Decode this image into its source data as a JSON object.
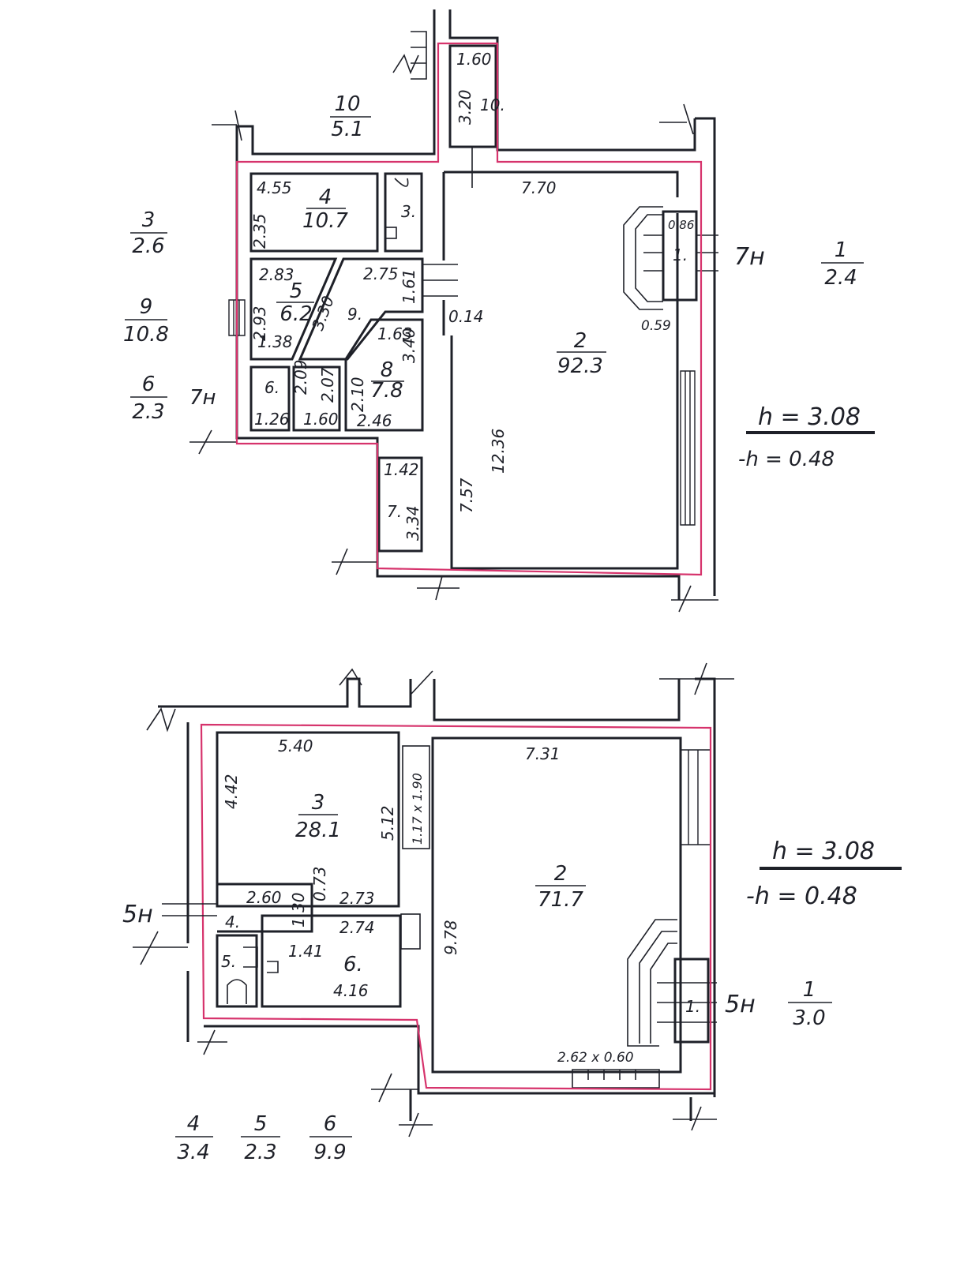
{
  "colors": {
    "ink": "#1e2028",
    "boundary": "#d6336c",
    "paper": "#ffffff"
  },
  "plan_top": {
    "height_note": "h = 3.08",
    "depth_note": "-h = 0.48",
    "outside_label": "7н",
    "west_label": "7н",
    "external": [
      {
        "num": "10",
        "area": "5.1"
      },
      {
        "num": "3",
        "area": "2.6"
      },
      {
        "num": "9",
        "area": "10.8"
      },
      {
        "num": "6",
        "area": "2.3"
      },
      {
        "num": "1",
        "area": "2.4"
      }
    ],
    "rooms": [
      {
        "num": "2",
        "area": "92.3"
      },
      {
        "num": "4",
        "area": "10.7"
      },
      {
        "num": "5",
        "area": "6.2"
      },
      {
        "num": "8",
        "area": "7.8"
      }
    ],
    "room_numbers": [
      "10.",
      "3.",
      "9.",
      "6.",
      "7.",
      "1."
    ],
    "dims": [
      "1.60",
      "3.20",
      "7.70",
      "4.55",
      "2.35",
      "2.83",
      "2.75",
      "1.61",
      "0.14",
      "2.93",
      "3.30",
      "1.38",
      "1.63",
      "3.40",
      "2.09",
      "2.07",
      "2.10",
      "1.26",
      "1.60",
      "2.46",
      "1.42",
      "3.34",
      "7.57",
      "12.36",
      "0.86",
      "0.59"
    ]
  },
  "plan_bottom": {
    "height_note": "h = 3.08",
    "depth_note": "-h = 0.48",
    "entry_label_left": "5н",
    "entry_label_right": "5н",
    "external": [
      {
        "num": "1",
        "area": "3.0"
      },
      {
        "num": "4",
        "area": "3.4"
      },
      {
        "num": "5",
        "area": "2.3"
      },
      {
        "num": "6",
        "area": "9.9"
      }
    ],
    "rooms": [
      {
        "num": "3",
        "area": "28.1"
      },
      {
        "num": "2",
        "area": "71.7"
      }
    ],
    "room_numbers": [
      "4.",
      "5.",
      "6.",
      "1."
    ],
    "dims": [
      "5.40",
      "7.31",
      "4.42",
      "5.12",
      "1.17 x 1.90",
      "9.78",
      "2.60",
      "0.73",
      "1.30",
      "2.73",
      "2.74",
      "1.41",
      "4.16",
      "2.62 x 0.60"
    ]
  }
}
